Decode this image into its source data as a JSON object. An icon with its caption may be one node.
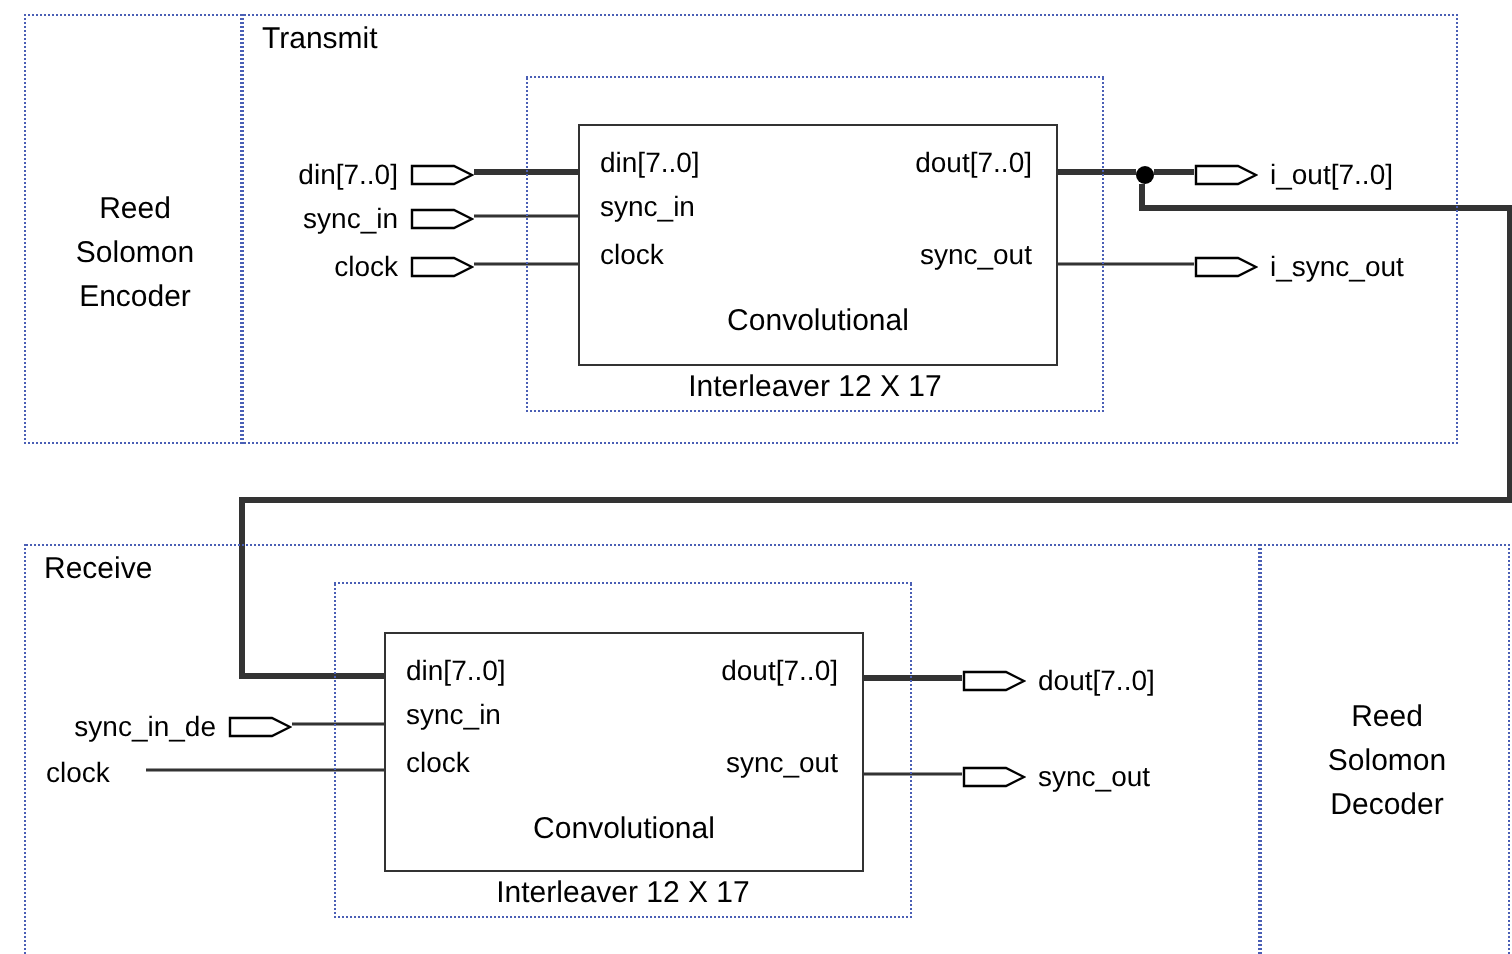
{
  "diagram": {
    "nodes": [
      {
        "text": [
          "Reed Solomon Encoder"
        ]
      },
      {
        "text": [
          "Transmit"
        ]
      },
      {
        "text": [
          "Interleaver 12 X 17"
        ],
        "in": 1
      },
      {
        "text": [
          "din[7..0]",
          "sync_in",
          "clock",
          "dout[7..0]",
          "sync_out",
          "Convolutional"
        ],
        "in": 2
      },
      {
        "text": [],
        "shape": "pentagon",
        "beside": [
          "din[7..0]"
        ],
        "in": 1
      },
      {
        "text": [],
        "shape": "pentagon",
        "beside": [
          "sync_in"
        ],
        "in": 1
      },
      {
        "text": [],
        "shape": "pentagon",
        "beside": [
          "clock"
        ],
        "in": 1
      },
      {
        "text": [],
        "shape": "dot",
        "in": 1
      },
      {
        "text": [],
        "shape": "pentagon",
        "beside": [
          "i_out[7..0]"
        ],
        "in": 1
      },
      {
        "text": [],
        "shape": "pentagon",
        "beside": [
          "i_sync_out"
        ],
        "in": 1
      },
      {
        "text": [
          "Receive"
        ]
      },
      {
        "text": [
          "Reed Solomon Decoder"
        ]
      },
      {
        "text": [
          "Interleaver 12 X 17"
        ],
        "in": 10
      },
      {
        "text": [
          "din[7..0]",
          "sync_in",
          "clock",
          "dout[7..0]",
          "sync_out",
          "Convolutional"
        ],
        "in": 12
      },
      {
        "text": [],
        "shape": "pentagon",
        "beside": [
          "sync_in_de"
        ],
        "in": 10
      },
      {
        "text": [
          "clock"
        ],
        "in": 10
      },
      {
        "text": [],
        "shape": "pentagon",
        "beside": [
          "dout[7..0]"
        ],
        "in": 10
      },
      {
        "text": [],
        "shape": "pentagon",
        "beside": [
          "sync_out"
        ],
        "in": 10
      }
    ],
    "edges": [
      {
        "from": 4,
        "to": 3,
        "arrow": "none",
        "style": "thick"
      },
      {
        "from": 5,
        "to": 3,
        "arrow": "none"
      },
      {
        "from": 6,
        "to": 3,
        "arrow": "none"
      },
      {
        "from": 3,
        "to": 7,
        "arrow": "none",
        "style": "thick"
      },
      {
        "from": 7,
        "to": 8,
        "arrow": "none",
        "style": "thick"
      },
      {
        "from": 3,
        "to": 9,
        "arrow": "none"
      },
      {
        "from": 7,
        "to": 13,
        "arrow": "none",
        "style": "thick"
      },
      {
        "from": 14,
        "to": 13,
        "arrow": "none"
      },
      {
        "from": 15,
        "to": 13,
        "arrow": "none"
      },
      {
        "from": 13,
        "to": 16,
        "arrow": "none",
        "style": "thick"
      },
      {
        "from": 13,
        "to": 17,
        "arrow": "none"
      }
    ]
  }
}
